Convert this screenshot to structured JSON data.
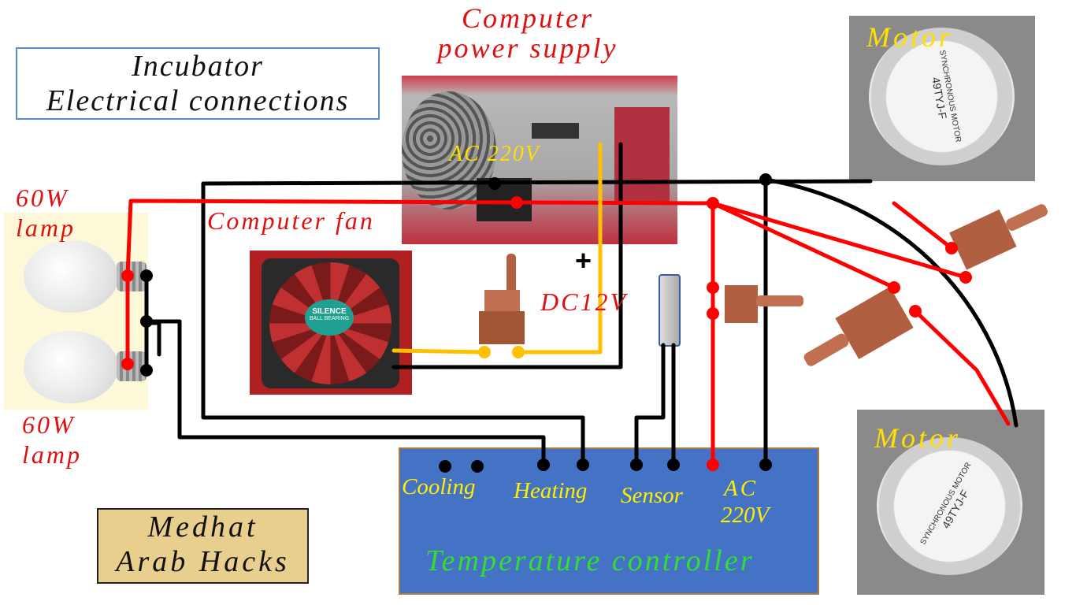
{
  "title": {
    "line1": "Incubator",
    "line2": "Electrical  connections"
  },
  "labels": {
    "power_supply_line1": "Computer",
    "power_supply_line2": "power supply",
    "ac_in": "AC 220V",
    "lamp_top_1": "60W",
    "lamp_top_2": "lamp",
    "lamp_bottom_1": "60W",
    "lamp_bottom_2": "lamp",
    "computer_fan": "Computer fan",
    "plus": "+",
    "dc": "DC12V",
    "motor_top": "Motor",
    "motor_bottom": "Motor"
  },
  "controller": {
    "name": "Temperature controller",
    "terminals": {
      "cooling": "Cooling",
      "heating": "Heating",
      "sensor": "Sensor",
      "ac": "AC",
      "ac_volt": "220V"
    }
  },
  "fan_sticker": {
    "brand": "SILENCE",
    "sub": "BALL BEARING"
  },
  "motor_label": {
    "type": "SYNCHRONOUS MOTOR",
    "model": "49TYJ-F"
  },
  "brand": {
    "line1": "Medhat",
    "line2": "Arab Hacks"
  },
  "colors": {
    "wire_red": "#ff0000",
    "wire_black": "#000000",
    "wire_yellow": "#ffc000",
    "controller_blue": "#4472c4",
    "title_red": "#e01010",
    "controller_text_green": "#33dd33"
  }
}
